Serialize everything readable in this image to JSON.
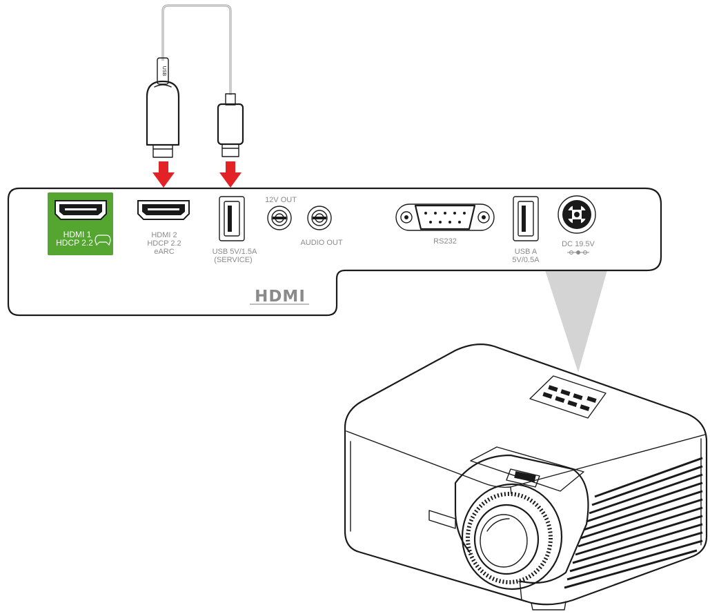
{
  "ports": {
    "hdmi1": {
      "line1": "HDMI 1",
      "line2": "HDCP 2.2"
    },
    "hdmi2": {
      "line1": "HDMI 2",
      "line2": "HDCP 2.2",
      "line3": "eARC"
    },
    "usb_service": {
      "line1": "USB 5V/1.5A",
      "line2": "(SERVICE)"
    },
    "out_12v": "12V OUT",
    "audio_out": "AUDIO OUT",
    "rs232": "RS232",
    "usb_a": {
      "line1": "USB A",
      "line2": "5V/0.5A"
    },
    "dc": "DC 19.5V"
  },
  "dongle_label": "USB",
  "hdmi_logo": "HDMI",
  "colors": {
    "highlight": "#55a630",
    "arrow": "#e32226",
    "outline": "#1a1a1a",
    "label_gray": "#8a8a8a",
    "beam": "#d4d4d4",
    "cable": "#9a9a9a"
  }
}
